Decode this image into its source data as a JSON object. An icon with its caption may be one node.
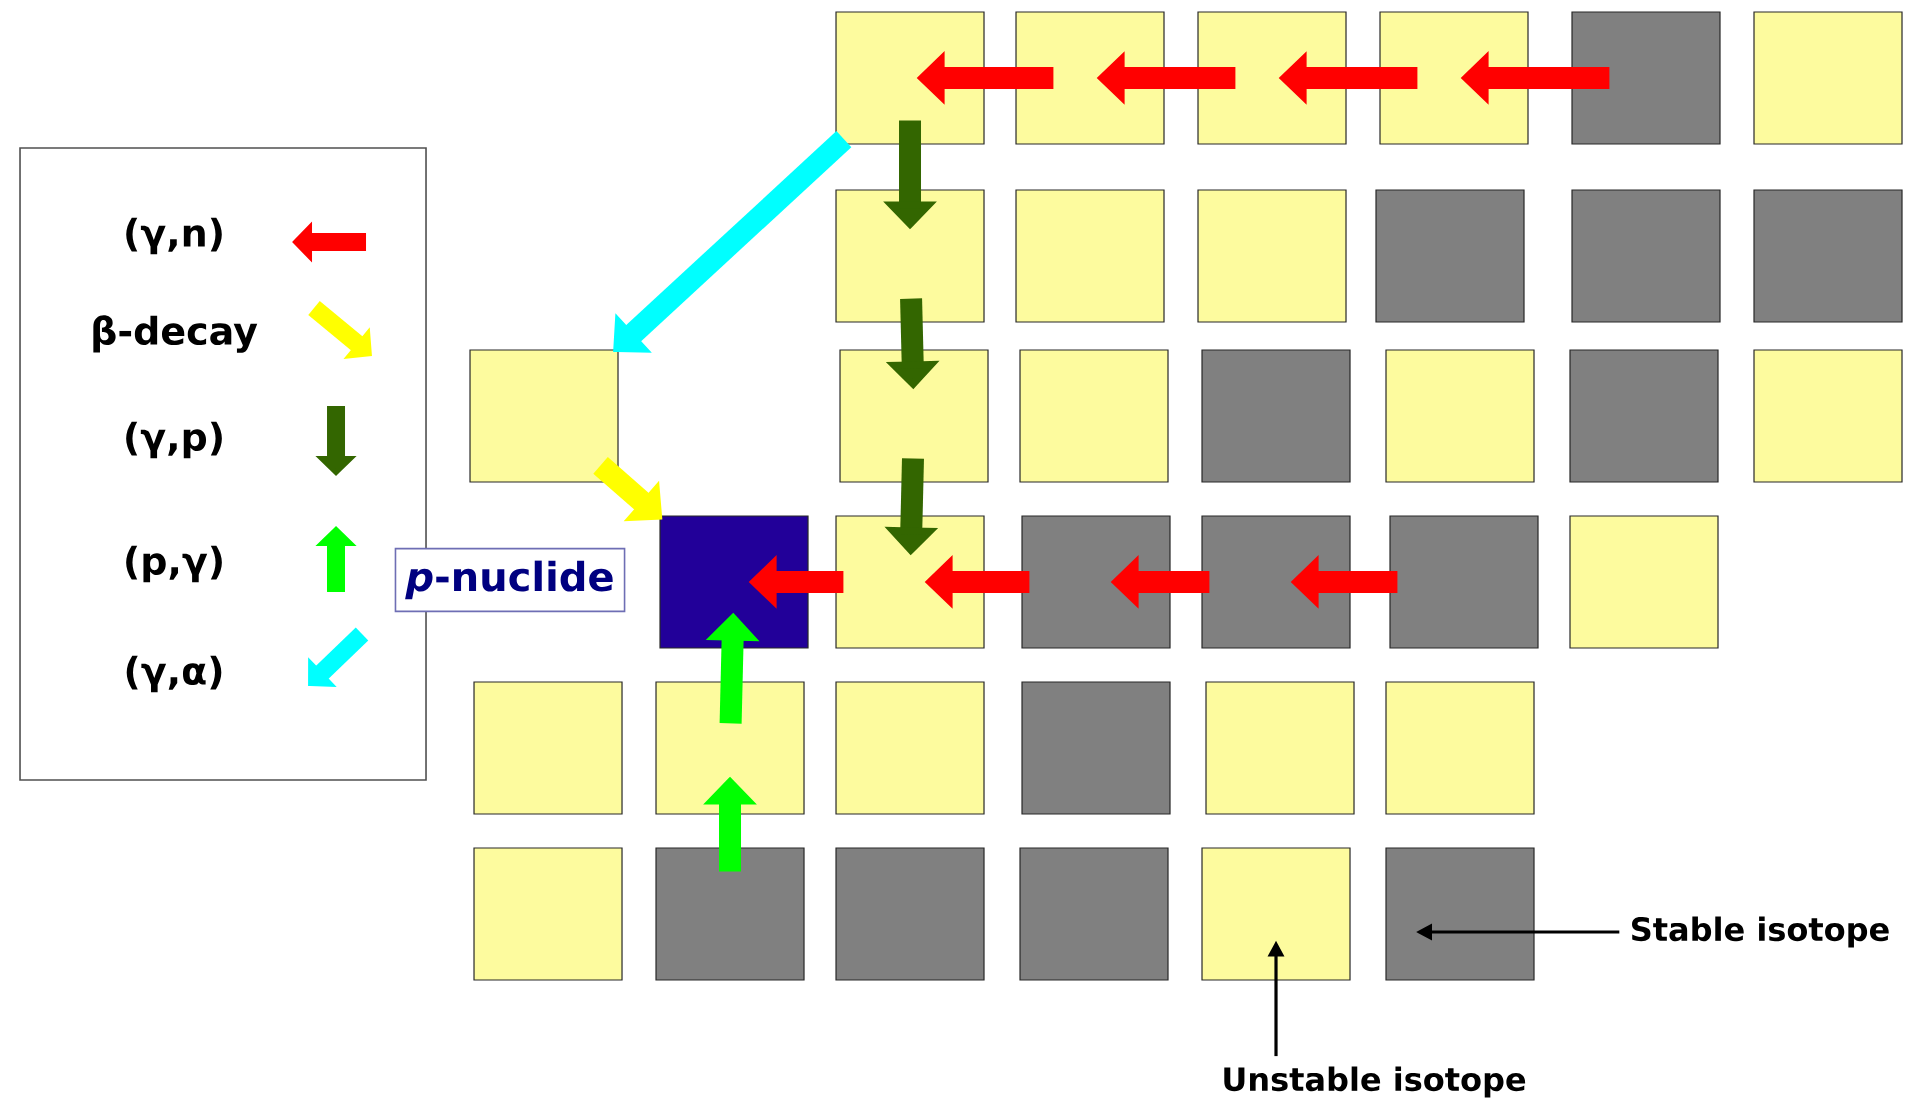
{
  "diagram": {
    "nodes": [
      {
        "text": [],
        "shape": "box"
      },
      {
        "text": [],
        "shape": "box"
      },
      {
        "text": [],
        "shape": "box"
      },
      {
        "text": [],
        "shape": "box"
      },
      {
        "text": [],
        "shape": "box"
      },
      {
        "text": [],
        "shape": "box"
      },
      {
        "text": [],
        "shape": "box"
      },
      {
        "text": [],
        "shape": "box"
      },
      {
        "text": [],
        "shape": "box"
      },
      {
        "text": [],
        "shape": "box"
      },
      {
        "text": [],
        "shape": "box"
      },
      {
        "text": [],
        "shape": "box"
      },
      {
        "text": [],
        "shape": "box"
      },
      {
        "text": [],
        "shape": "box"
      },
      {
        "text": [],
        "shape": "box"
      },
      {
        "text": [],
        "shape": "box"
      },
      {
        "text": [],
        "shape": "box"
      },
      {
        "text": [],
        "shape": "box"
      },
      {
        "text": [],
        "shape": "box"
      },
      {
        "text": [
          "*p*-nuclide"
        ]
      },
      {
        "text": [],
        "shape": "box"
      },
      {
        "text": [],
        "shape": "box"
      },
      {
        "text": [],
        "shape": "box"
      },
      {
        "text": [],
        "shape": "box"
      },
      {
        "text": [],
        "shape": "box"
      },
      {
        "text": [],
        "shape": "box"
      },
      {
        "text": [],
        "shape": "box"
      },
      {
        "text": [],
        "shape": "box"
      },
      {
        "text": [],
        "shape": "box"
      },
      {
        "text": [],
        "shape": "box"
      },
      {
        "text": [],
        "shape": "box"
      },
      {
        "text": [],
        "shape": "box"
      },
      {
        "text": [],
        "shape": "box"
      },
      {
        "text": [],
        "shape": "box"
      },
      {
        "text": [],
        "shape": "box"
      },
      {
        "text": [],
        "shape": "box"
      },
      {
        "text": [],
        "shape": "box"
      },
      {
        "text": [],
        "shape": "box"
      },
      {
        "text": [
          "Stable isotope"
        ]
      },
      {
        "text": [
          "Unstable isotope"
        ]
      }
    ],
    "edges": [
      {
        "from": 4,
        "to": 3,
        "arrow": "to"
      },
      {
        "from": 3,
        "to": 2,
        "arrow": "to"
      },
      {
        "from": 2,
        "to": 1,
        "arrow": "to"
      },
      {
        "from": 1,
        "to": 0,
        "arrow": "to"
      },
      {
        "from": 24,
        "to": 23,
        "arrow": "to"
      },
      {
        "from": 23,
        "to": 22,
        "arrow": "to"
      },
      {
        "from": 22,
        "to": 21,
        "arrow": "to"
      },
      {
        "from": 21,
        "to": 20,
        "arrow": "to"
      },
      {
        "from": 0,
        "to": 6,
        "arrow": "to",
        "color": "#336600"
      },
      {
        "from": 6,
        "to": 13,
        "arrow": "to",
        "color": "#336600"
      },
      {
        "from": 13,
        "to": 21,
        "arrow": "to",
        "color": "#336600"
      },
      {
        "from": 0,
        "to": 12,
        "arrow": "to",
        "color": "#00ffff"
      },
      {
        "from": 12,
        "to": 20,
        "arrow": "to",
        "color": "#ffff00"
      },
      {
        "from": 33,
        "to": 27,
        "arrow": "to",
        "color": "#00ff00"
      },
      {
        "from": 27,
        "to": 20,
        "arrow": "to",
        "color": "#00ff00"
      },
      {
        "from": 38,
        "to": 37,
        "arrow": "to",
        "color": "#000000"
      },
      {
        "from": 39,
        "to": 36,
        "arrow": "to",
        "color": "#000000"
      }
    ],
    "legend": [
      {
        "text": "(γ,n)",
        "color": "#ff0000"
      },
      {
        "text": "β-decay",
        "color": "#ffff00"
      },
      {
        "text": "(γ,p)",
        "color": "#336600"
      },
      {
        "text": "(p,γ)",
        "color": "#00ff00"
      },
      {
        "text": "(γ,α)",
        "color": "#00ffff"
      }
    ]
  }
}
